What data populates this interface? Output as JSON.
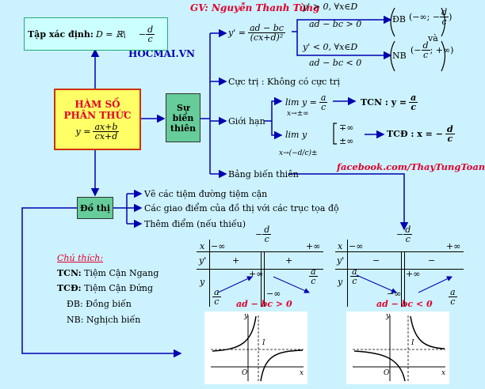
{
  "author": "GV: Nguyễn Thanh Tùng",
  "website": "HOCMAI.VN",
  "facebook": "facebook.com/ThayTungToan",
  "domain_box": {
    "label": "Tập xác định:",
    "expr_prefix": "D = ℝ\\",
    "num": "d",
    "den": "c",
    "sign": "−"
  },
  "main_box": {
    "line1": "HÀM SỐ",
    "line2": "PHÂN THỨC",
    "y": "y =",
    "num": "ax+b",
    "den": "cx+d"
  },
  "variation_box": {
    "line1": "Sự",
    "line2": "biến",
    "line3": "thiên"
  },
  "graph_box": {
    "label": "Đồ thị"
  },
  "derivative": {
    "y": "y' =",
    "num": "ad − bc",
    "den": "(cx+d)²"
  },
  "case_pos": {
    "top": "y' > 0, ∀x∈D",
    "cond": "ad − bc > 0",
    "tag": "ĐB",
    "interval": "(−∞; −",
    "num": "d",
    "den": "c",
    "close": ")",
    "and": "và"
  },
  "case_neg": {
    "top": "y' < 0, ∀x∈D",
    "cond": "ad − bc < 0",
    "tag": "NB",
    "open": "(−",
    "num": "d",
    "den": "c",
    "interval": "; +∞)"
  },
  "extrema": "Cực trị : Không có cực trị",
  "limit": {
    "label": "Giới hạn",
    "lim1": "lim y =",
    "lim1_sub": "x→±∞",
    "lim1_num": "a",
    "lim1_den": "c",
    "tcn": "TCN : y =",
    "tcn_num": "a",
    "tcn_den": "c",
    "lim2": "lim y",
    "lim2_sub": "x→(−d/c)±",
    "lim2_v1": "∓∞",
    "lim2_v2": "±∞",
    "tcd": "TCĐ : x = −",
    "tcd_num": "d",
    "tcd_den": "c"
  },
  "table_label": "Bảng biến thiên",
  "graph_steps": [
    "Vẽ các tiệm đường tiệm cận",
    "Các giao điểm của đồ thị với các trục tọa độ",
    "Thêm điểm (nếu thiếu)"
  ],
  "notes": {
    "title": "Chú thích:",
    "items": [
      {
        "key": "TCN:",
        "text": "Tiệm Cận Ngang"
      },
      {
        "key": "TCĐ:",
        "text": "Tiệm Cận Đứng"
      },
      {
        "key": "ĐB:",
        "text": "Đồng biến"
      },
      {
        "key": "NB:",
        "text": "Nghịch biến"
      }
    ]
  },
  "table1": {
    "x": "x",
    "minf": "−∞",
    "pinf": "+∞",
    "mid_num": "d",
    "mid_den": "c",
    "yp": "y'",
    "s1": "+",
    "s2": "+",
    "y": "y",
    "pinf2": "+∞",
    "minf2": "−∞",
    "a": "a",
    "c": "c",
    "caption": "ad − bc > 0"
  },
  "table2": {
    "x": "x",
    "minf": "−∞",
    "pinf": "+∞",
    "mid_num": "d",
    "mid_den": "c",
    "yp": "y'",
    "s1": "−",
    "s2": "−",
    "y": "y",
    "pinf2": "+∞",
    "minf2": "−∞",
    "a": "a",
    "c": "c",
    "caption": "ad − bc < 0"
  },
  "plot_labels": {
    "y": "y",
    "x": "x",
    "o": "O",
    "i": "I"
  },
  "colors": {
    "background": "#ccf2ff",
    "main_box": "#ffff66",
    "variation_box": "#66cc99",
    "arrow": "#0000b0",
    "accent_red": "#e0002a"
  }
}
